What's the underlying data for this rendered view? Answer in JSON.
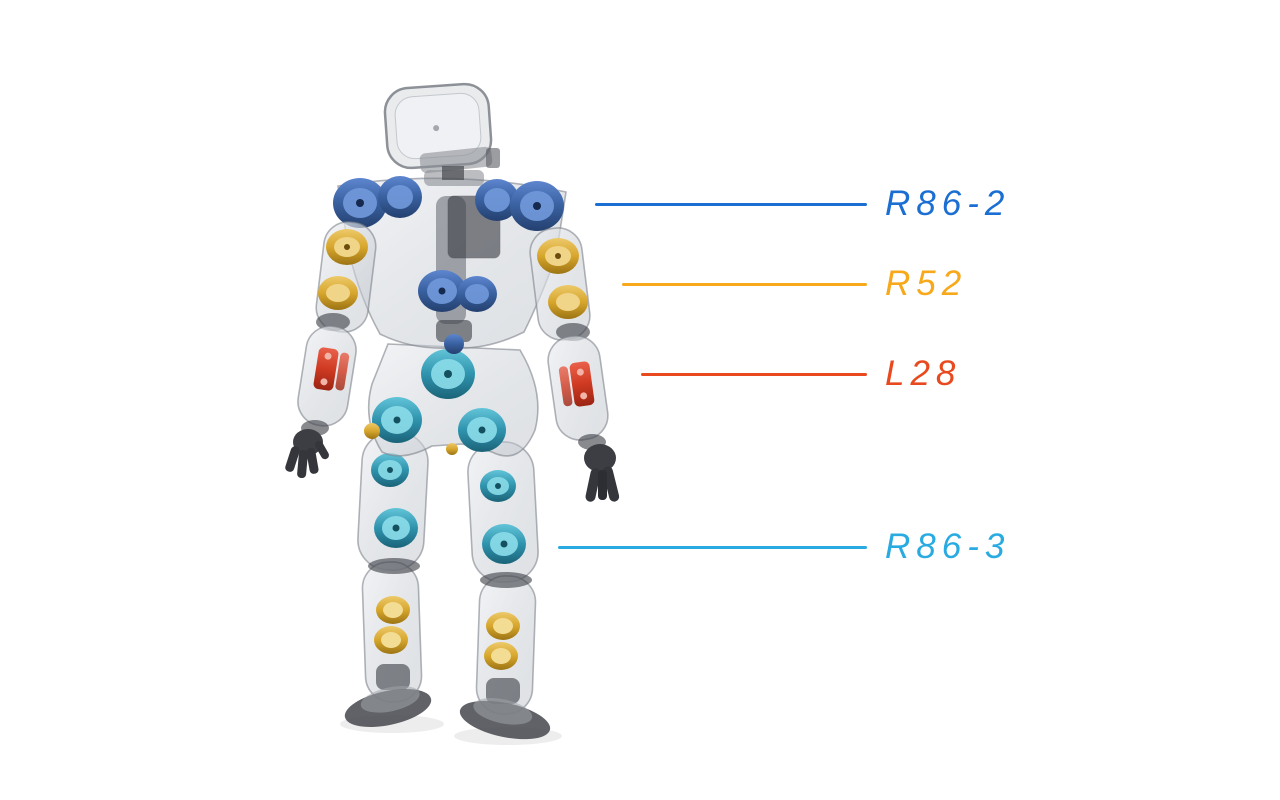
{
  "figure": {
    "background": "#ffffff",
    "subject": "translucent-humanoid-robot-actuator-callouts"
  },
  "callouts": [
    {
      "label": "R86-2",
      "color": "#1b6fd2"
    },
    {
      "label": "R52",
      "color": "#f7a81b"
    },
    {
      "label": "L28",
      "color": "#e8491f"
    },
    {
      "label": "R86-3",
      "color": "#29abe2"
    }
  ],
  "robot_palette": {
    "shell": "#d6dade",
    "actuator_blue": "#3a63a6",
    "actuator_gold": "#d2a02a",
    "actuator_red": "#cf3a22",
    "actuator_teal": "#2f93ad",
    "hands_feet": "#3c3e44"
  }
}
